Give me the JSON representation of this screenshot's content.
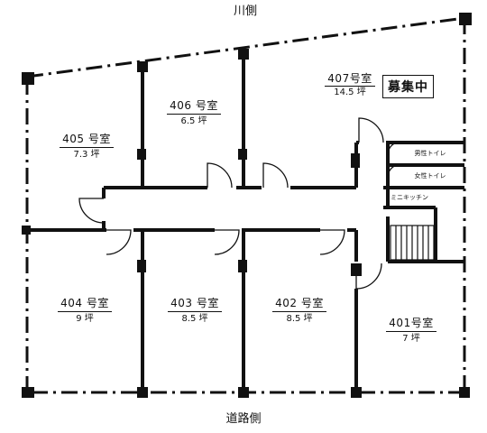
{
  "sides": {
    "top": "川側",
    "bottom": "道路側"
  },
  "rooms": [
    {
      "id": "405",
      "name": "405 号室",
      "size": "7.3 坪"
    },
    {
      "id": "406",
      "name": "406 号室",
      "size": "6.5 坪"
    },
    {
      "id": "407",
      "name": "407号室",
      "size": "14.5 坪",
      "badge": "募集中"
    },
    {
      "id": "404",
      "name": "404 号室",
      "size": "9 坪"
    },
    {
      "id": "403",
      "name": "403 号室",
      "size": "8.5 坪"
    },
    {
      "id": "402",
      "name": "402 号室",
      "size": "8.5 坪"
    },
    {
      "id": "401",
      "name": "401号室",
      "size": "7 坪"
    }
  ],
  "facilities": {
    "mens_toilet": "男性トイレ",
    "womens_toilet": "女性トイレ",
    "kitchen": "ミニキッチン"
  }
}
